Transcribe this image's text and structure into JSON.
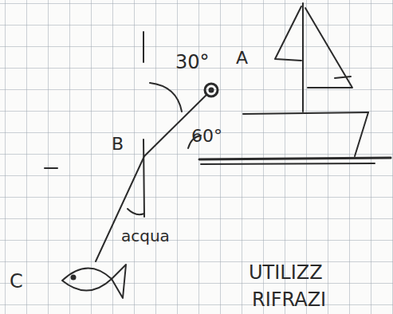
{
  "diagram": {
    "labels": [
      "30°",
      "A",
      "B",
      "60°",
      "acqua",
      "C",
      "UTILIZZ",
      "RIFRAZI"
    ]
  }
}
